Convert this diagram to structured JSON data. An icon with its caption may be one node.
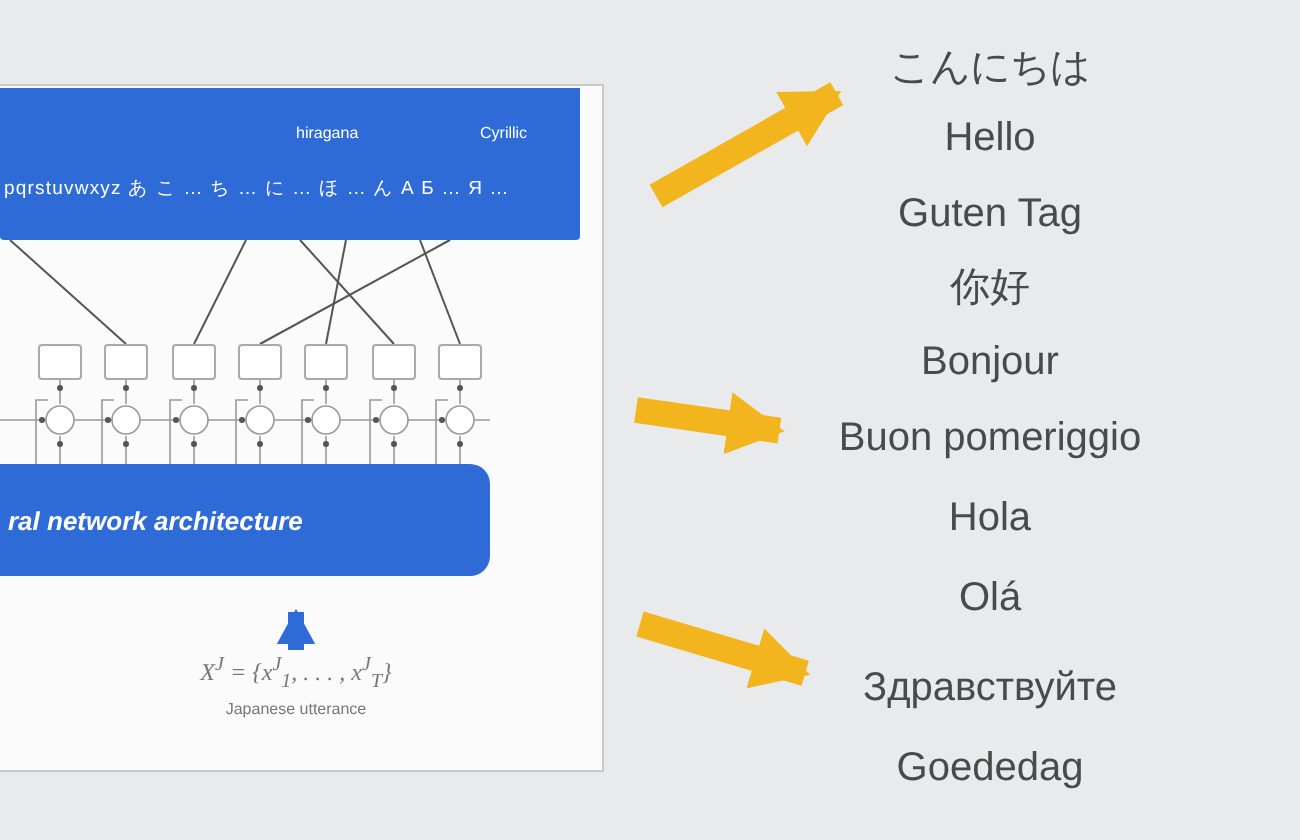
{
  "diagram": {
    "nodes": [
      {
        "text": [
          "hiragana",
          "Cyrillic",
          "pqrstuvwxyz あ こ … ち … に … ほ … ん А Б … Я …"
        ]
      },
      {
        "text": [],
        "shape": "box"
      },
      {
        "text": [],
        "shape": "box"
      },
      {
        "text": [],
        "shape": "box"
      },
      {
        "text": [],
        "shape": "box"
      },
      {
        "text": [],
        "shape": "box"
      },
      {
        "text": [],
        "shape": "box"
      },
      {
        "text": [],
        "shape": "box"
      },
      {
        "text": [
          "ral network architecture"
        ]
      },
      {
        "text": [
          "X$^{J}$ = {x$^{J}$$_{1}$, . . . , x$^{J}$$_{T}$}",
          "Japanese utterance"
        ]
      },
      {
        "text": [
          "こんにちは"
        ]
      },
      {
        "text": [
          "Hello"
        ]
      },
      {
        "text": [
          "Guten Tag"
        ]
      },
      {
        "text": [
          "你好"
        ]
      },
      {
        "text": [
          "Bonjour"
        ]
      },
      {
        "text": [
          "Buon pomeriggio"
        ]
      },
      {
        "text": [
          "Hola"
        ]
      },
      {
        "text": [
          "Olá"
        ]
      },
      {
        "text": [
          "Здравствуйте"
        ]
      },
      {
        "text": [
          "Goededag"
        ]
      }
    ],
    "edges": [
      {
        "from": 0,
        "to": 3,
        "arrow": "none"
      },
      {
        "from": 0,
        "to": 6,
        "arrow": "none"
      },
      {
        "from": 0,
        "to": 5,
        "arrow": "none"
      },
      {
        "from": 0,
        "to": 7,
        "arrow": "none"
      },
      {
        "from": 0,
        "to": 4,
        "arrow": "none"
      },
      {
        "from": 0,
        "to": 2,
        "arrow": "none"
      },
      {
        "from": 9,
        "to": 8,
        "arrow": "to",
        "style": "thick",
        "color": "#2f6bd6"
      },
      {
        "from": null,
        "to": 10,
        "arrow": "to",
        "style": "thick",
        "color": "#f2b51e"
      },
      {
        "from": null,
        "to": 15,
        "arrow": "to",
        "style": "thick",
        "color": "#f2b51e"
      },
      {
        "from": null,
        "to": 18,
        "arrow": "to",
        "style": "thick",
        "color": "#f2b51e"
      }
    ]
  }
}
